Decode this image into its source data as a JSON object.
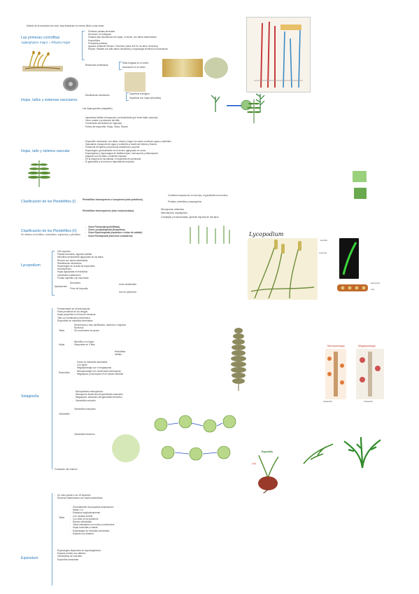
{
  "header_line": "Modelo de la resolución del ciclo, esta ilustración es menos difícil y más verde.",
  "s1": {
    "title": "Las primeras cormófitas",
    "subtitle": "Aglaophyton major = Rhynia major",
    "items": [
      "Primeras plantas terrestres",
      "Devonian, se extinguen",
      "Simples ejes dicotómicos sin hojas, ni raíces, con tallos subterráneos",
      "Esporofítica",
      "Protostela primitiva",
      "Aparece existente Silúrico / Devónico (hace 400 M. de años, devónico)",
      "Rhynia: Falsarte con tallo aéreo dicotómico y esporangio terminal con estructura"
    ],
    "relations": [
      "Relaciones simbióticas",
      "Hifas fúngicas en el córtex",
      "Asociación en el córtex"
    ]
  },
  "s2": {
    "title": "Hojas, tallos y sistemas vasculares",
    "items": [
      "Ramificación dicotómica",
      "Superficie ecológica",
      "Superficie con hojas (microfilos)"
    ],
    "extra": "Las hojas grandes (megafilos)"
  },
  "s3": {
    "title": "Hojas, tallo y sistema vascular",
    "items": [
      "Importante facilita el transporte y la fotosíntesis (por tener tejido vascular)",
      "Otros: sostén y protección del tallo",
      "Crecimiento secundario (en algunas)",
      "Partes del esporofito: Hojas, Tallos, Raíces"
    ],
    "long": [
      "Esporofito: dominante, con tallos, raíces y hojas; los vasos conducen agua y nutrientes",
      "Vasculares: transporte de agua y nutrientes a través del xilema y floema",
      "Presencia de lignina: proporciona resistencia y soporte",
      "Esporangios: generalmente en el envés, agrupados en soros",
      "Esporógenos y esporangios de distintos tipos, homosporia y heterosporia",
      "Algunas con los tallos, contienen esporas",
      "En la mayoría de las plantas, el esporófito es dominante",
      "El gametofito y la forma no dependiente reducida"
    ]
  },
  "s4": {
    "title": "Clasificación de los Pteridófitos (I)",
    "rows": [
      "Pteridófitos homospóreos o isospóreos (más primitivos)",
      "Pteridófitos heterospóreos (más evolucionados)"
    ],
    "notes": [
      "Contienen esporas de un solo tipo, el gametofito es monoico",
      "Protalos: anteridios y arquegonios",
      "Microsporas: anteridios",
      "Macrosporas: arquegonios",
      "Complejas y evolucionadas, generan esporas de dos tipos"
    ]
  },
  "s5": {
    "title": "Clasificación de los Pteridófitos (II)",
    "subtitle": "Se dividen en licófitos, monilofitos, equisetos y pterófitos",
    "rows": [
      "Clase Psilopsida (psilofitinas)",
      "Clase Lycopodiopsida (licopodios)",
      "Clase Equisetopsida (equisetos o colas de caballo)",
      "Clase Pteridopsida (helechos verdaderos)"
    ]
  },
  "s6": {
    "title": "Lycopodium",
    "items": [
      "200 especies",
      "Plantas terrestres, algunas epífitas",
      "Microfilos densamente agrupados en los tallos",
      "Rizoma con raíces adventicias",
      "Ramificación dicotómica",
      "Esporangios en la axila de esporofilos",
      "Homospóreos",
      "Hojas agrupadas en estróbilos",
      "Gametofito subterráneo",
      "Protalo saprófito con micorrizas"
    ],
    "apps_label": "Aplicaciones",
    "apps": [
      "Decorativo",
      "Polvo de licopodio",
      "Usos medicinales",
      "Uso en pirotecnia"
    ],
    "image_title": "Lycopodium",
    "labels": [
      "Estróbilo",
      "esporofilo",
      "Esporangio",
      "hoja"
    ]
  },
  "s7": {
    "title": "Selaginella",
    "items": [
      "Predominante en la heterosporia",
      "Parte pendiente de los riesgos",
      "Hojas pequeñas en forma de escamas",
      "Tallo con ramificación dicotómica",
      "Esporofilos en estróbilos terminales"
    ],
    "tallo_label": "Tallos",
    "tallo": [
      "Dicotómicos y muy ramificados, rastreros o erguidos",
      "Rizóforos",
      "Sin crecimiento de grosor"
    ],
    "hojas_label": "Hojas",
    "hojas": [
      "Microfilos con lígula",
      "Dispuestas en 4 filas"
    ],
    "dispo": [
      "Heterófilas",
      "Isófilas"
    ],
    "espo_label": "Esporofilos",
    "espo": [
      "Flores en estróbilos terminales",
      "Con lígula",
      "Megasporangio con 4 megasporas",
      "Microsporangio con numerosas microsporas",
      "Megaspora y microspora en el mismo estróbilo"
    ],
    "gameto_label": "Gametofito",
    "gameto": [
      "Microprotalos endospóricos",
      "Microspora: desarrollo del gametofito masculino",
      "Megaspora: desarrollo del gametofito femenino",
      "Gametofito reducido"
    ],
    "gameto_m": "Gametofito masculino",
    "gameto_f": "Gametofito femenino",
    "embryo": "Formación del embrión",
    "img_labels": [
      "Microsporangio",
      "Megasporangio",
      "Selaginella",
      "Esporófito",
      "Cría"
    ]
  },
  "s8": {
    "title": "Equisetum",
    "items": [
      "Un único género con 15 especies",
      "Rizomas subterráneos con raíces adventicias",
      "Tallos articulados con nudos y entrenudos",
      "Hojas reducidas a vainas",
      "Esporangios en estróbilos terminales",
      "Esporas con eláteres"
    ],
    "tallo_label": "Tallos",
    "tallo": [
      "Generalmente de pequeñas dimensiones",
      "Hasta 1 m",
      "Estriados longitudinalmente",
      "Con cavidad central",
      "Con sílice en la epidermis",
      "Ramas verticiladas"
    ],
    "end": [
      "Esporangios dispuestos en esporangióforos",
      "Esporas verdes con eláteres",
      "Gametofitos de vida libre",
      "Esporofito dominante"
    ]
  }
}
